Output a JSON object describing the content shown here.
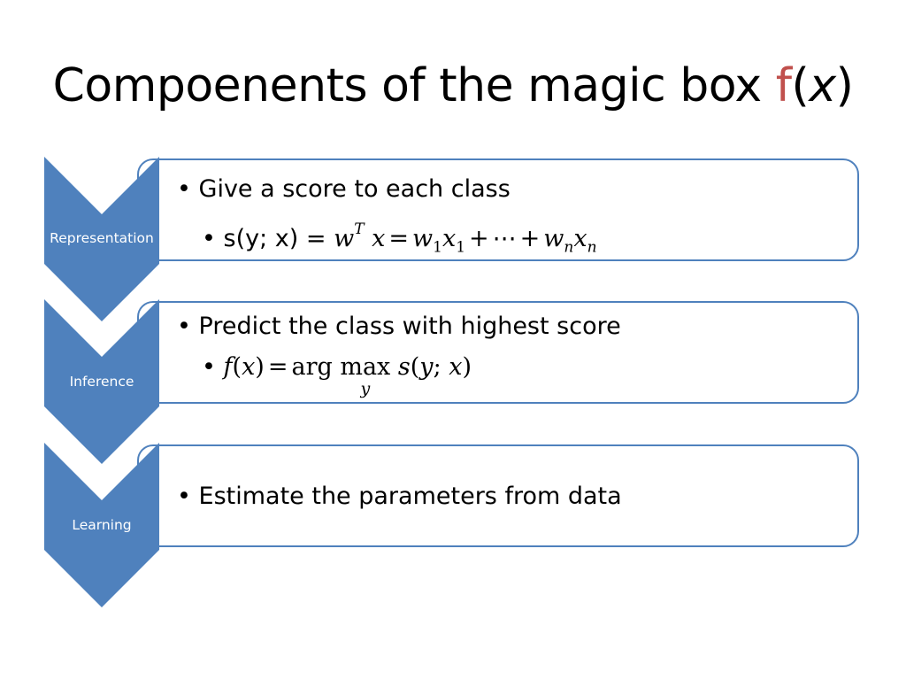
{
  "title": {
    "main": "Compoenents of the magic box ",
    "f": "f",
    "open": "(",
    "x": "x",
    "close": ")"
  },
  "colors": {
    "accent": "#4f81bd",
    "title_f": "#c0504d"
  },
  "steps": [
    {
      "label": "Representation",
      "bullet": "Give a score to each class",
      "sub_prefix": "s(y; x) = ",
      "formula": {
        "w": "w",
        "T": "T",
        "x": "x",
        "eq": "=",
        "w1": "w",
        "s1": "1",
        "x1": "x",
        "s1b": "1",
        "plus": "+",
        "dots": "⋯",
        "plus2": "+",
        "wn": "w",
        "sn": "n",
        "xn": "x",
        "snb": "n"
      }
    },
    {
      "label": "Inference",
      "bullet": "Predict the class with highest score",
      "formula": {
        "f": "f",
        "lp": "(",
        "x": "x",
        "rp": ")",
        "eq": "=",
        "arg": "arg",
        "max": "max",
        "y_under": "y",
        "s": "s",
        "lp2": "(",
        "y": "y",
        "semi": ";",
        "x2": "x",
        "rp2": ")"
      }
    },
    {
      "label": "Learning",
      "bullet": "Estimate the parameters from data"
    }
  ]
}
